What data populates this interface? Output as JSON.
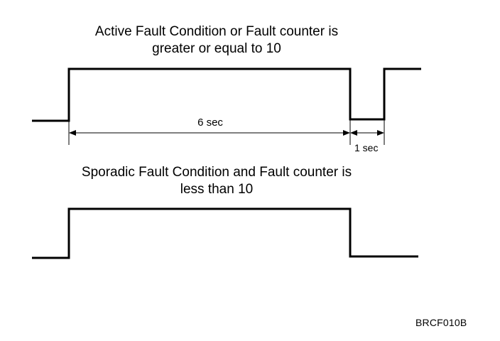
{
  "diagrams": [
    {
      "title_lines": [
        "Active Fault Condition or Fault counter is",
        "greater or equal to 10"
      ],
      "dimensions": [
        {
          "label": "6 sec"
        },
        {
          "label": "1 sec"
        }
      ]
    },
    {
      "title_lines": [
        "Sporadic Fault Condition and Fault counter is",
        "less than 10"
      ]
    }
  ],
  "figure_code": "BRCF010B",
  "colors": {
    "line": "#000000",
    "background": "#ffffff"
  }
}
